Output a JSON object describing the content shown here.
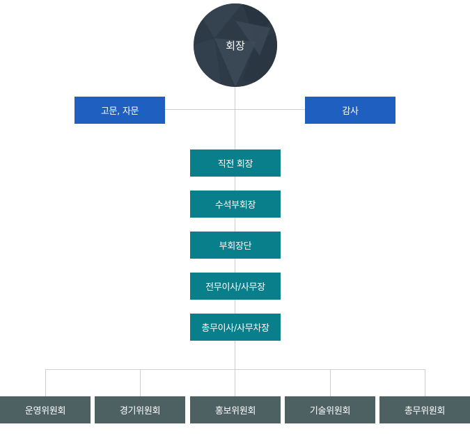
{
  "top": {
    "label": "회장"
  },
  "advisors": {
    "left_label": "고문, 자문",
    "right_label": "감사"
  },
  "chain": [
    {
      "label": "직전 회장"
    },
    {
      "label": "수석부회장"
    },
    {
      "label": "부회장단"
    },
    {
      "label": "전무이사/사무장"
    },
    {
      "label": "총무이사/사무차장"
    }
  ],
  "committees": [
    {
      "label": "운영위원회"
    },
    {
      "label": "경기위원회"
    },
    {
      "label": "홍보위원회"
    },
    {
      "label": "기술위원회"
    },
    {
      "label": "총무위원회"
    }
  ],
  "colors": {
    "circle": "#2e3a46",
    "advisor_box": "#1f5fbf",
    "chain_box": "#0a7f8c",
    "committee_box": "#4d6163",
    "connector": "#cfcfcf"
  }
}
